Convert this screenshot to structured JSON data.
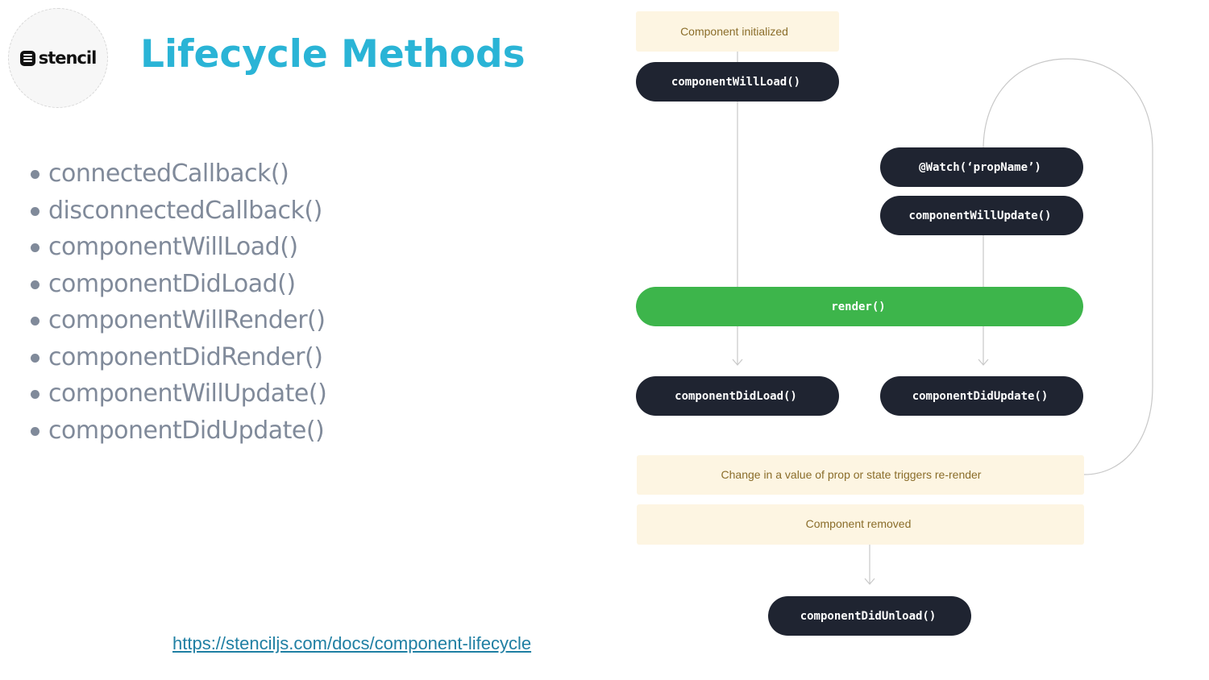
{
  "logo": {
    "text": "stencil"
  },
  "title": "Lifecycle Methods",
  "bullets": [
    "connectedCallback()",
    "disconnectedCallback()",
    "componentWillLoad()",
    "componentDidLoad()",
    "componentWillRender()",
    "componentDidRender()",
    "componentWillUpdate()",
    "componentDidUpdate()"
  ],
  "link": "https://stenciljs.com/docs/component-lifecycle",
  "diagram": {
    "notes": {
      "initialized": "Component initialized",
      "change": "Change in a value of prop or state triggers re-render",
      "removed": "Component removed"
    },
    "nodes": {
      "will_load": "componentWillLoad()",
      "watch": "@Watch(‘propName’)",
      "will_update": "componentWillUpdate()",
      "render": "render()",
      "did_load": "componentDidLoad()",
      "did_update": "componentDidUpdate()",
      "did_unload": "componentDidUnload()"
    },
    "colors": {
      "node": "#1f2431",
      "render": "#3db54b",
      "note_bg": "#fdf5e2",
      "note_text": "#8a6d2a",
      "line": "#c8c8c8"
    }
  }
}
